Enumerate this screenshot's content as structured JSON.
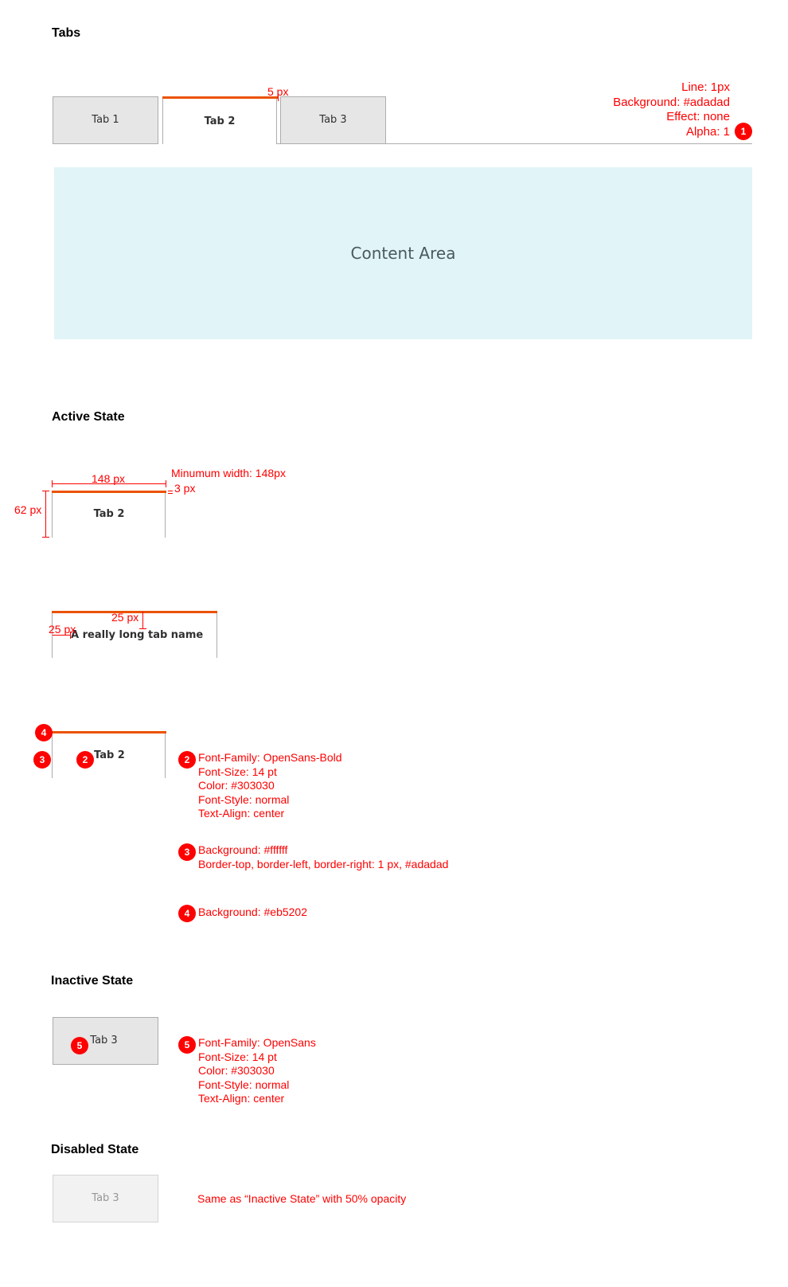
{
  "headings": {
    "tabs": "Tabs",
    "active": "Active State",
    "inactive": "Inactive State",
    "disabled": "Disabled State"
  },
  "demo_tabs": [
    "Tab 1",
    "Tab 2",
    "Tab 3"
  ],
  "content_area": "Content Area",
  "gap_label": "5 px",
  "line_notes": [
    "Line: 1px",
    "Background: #adadad",
    "Effect: none",
    "Alpha: 1"
  ],
  "active_dims": {
    "width": "148 px",
    "min_width": "Minumum width: 148px",
    "bar": "3 px",
    "height": "62 px",
    "tab_label": "Tab 2"
  },
  "long_tab": {
    "label": "A really long tab name",
    "top_pad": "25 px",
    "left_pad": "25 px"
  },
  "markers": [
    "1",
    "2",
    "3",
    "4",
    "5"
  ],
  "spec_font_active": [
    "Font-Family: OpenSans-Bold",
    "Font-Size: 14 pt",
    "Color: #303030",
    "Font-Style: normal",
    "Text-Align: center"
  ],
  "spec_bg_active": [
    "Background: #ffffff",
    "Border-top, border-left, border-right: 1 px, #adadad"
  ],
  "spec_bar": [
    "Background: #eb5202"
  ],
  "spec_font_inactive": [
    "Font-Family: OpenSans",
    "Font-Size: 14 pt",
    "Color: #303030",
    "Font-Style: normal",
    "Text-Align: center"
  ],
  "disabled_note": "Same as “Inactive State” with 50% opacity",
  "colors": {
    "accent": "#eb5202",
    "border": "#adadad",
    "annotation": "#ff0000",
    "content_bg": "#e1f4f7",
    "inactive_bg": "#e6e6e6",
    "text": "#303030"
  }
}
